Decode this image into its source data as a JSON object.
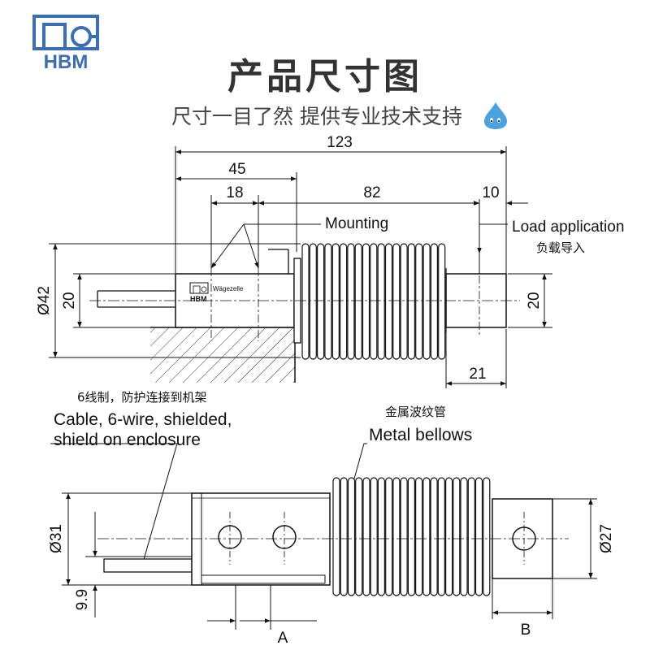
{
  "logo": {
    "text": "HBM",
    "color": "#3a6eb5"
  },
  "header": {
    "title": "产品尺寸图",
    "subtitle": "尺寸一目了然 提供专业技术支持"
  },
  "side_view": {
    "dims": {
      "total": "123",
      "d45": "45",
      "d18": "18",
      "d82": "82",
      "d10": "10",
      "d21": "21",
      "dia42": "Ø42",
      "h20_left": "20",
      "h20_right": "20"
    },
    "labels": {
      "mounting": "Mounting",
      "load_application": "Load application",
      "load_application_cn": "负载导入",
      "body_brand": "HBM",
      "body_text": "Wägezelle"
    }
  },
  "top_view": {
    "labels": {
      "cable_cn": "6线制，防护连接到机架",
      "cable_line1": "Cable, 6-wire, shielded,",
      "cable_line2": "shield on enclosure",
      "bellows_cn": "金属波纹管",
      "bellows": "Metal bellows"
    },
    "dims": {
      "dia31": "Ø31",
      "d9_9": "9.9",
      "dia27": "Ø27",
      "a": "A",
      "b": "B"
    }
  },
  "colors": {
    "accent": "#3a6eb5",
    "line": "#111111",
    "drop": "#4aa3e0"
  }
}
